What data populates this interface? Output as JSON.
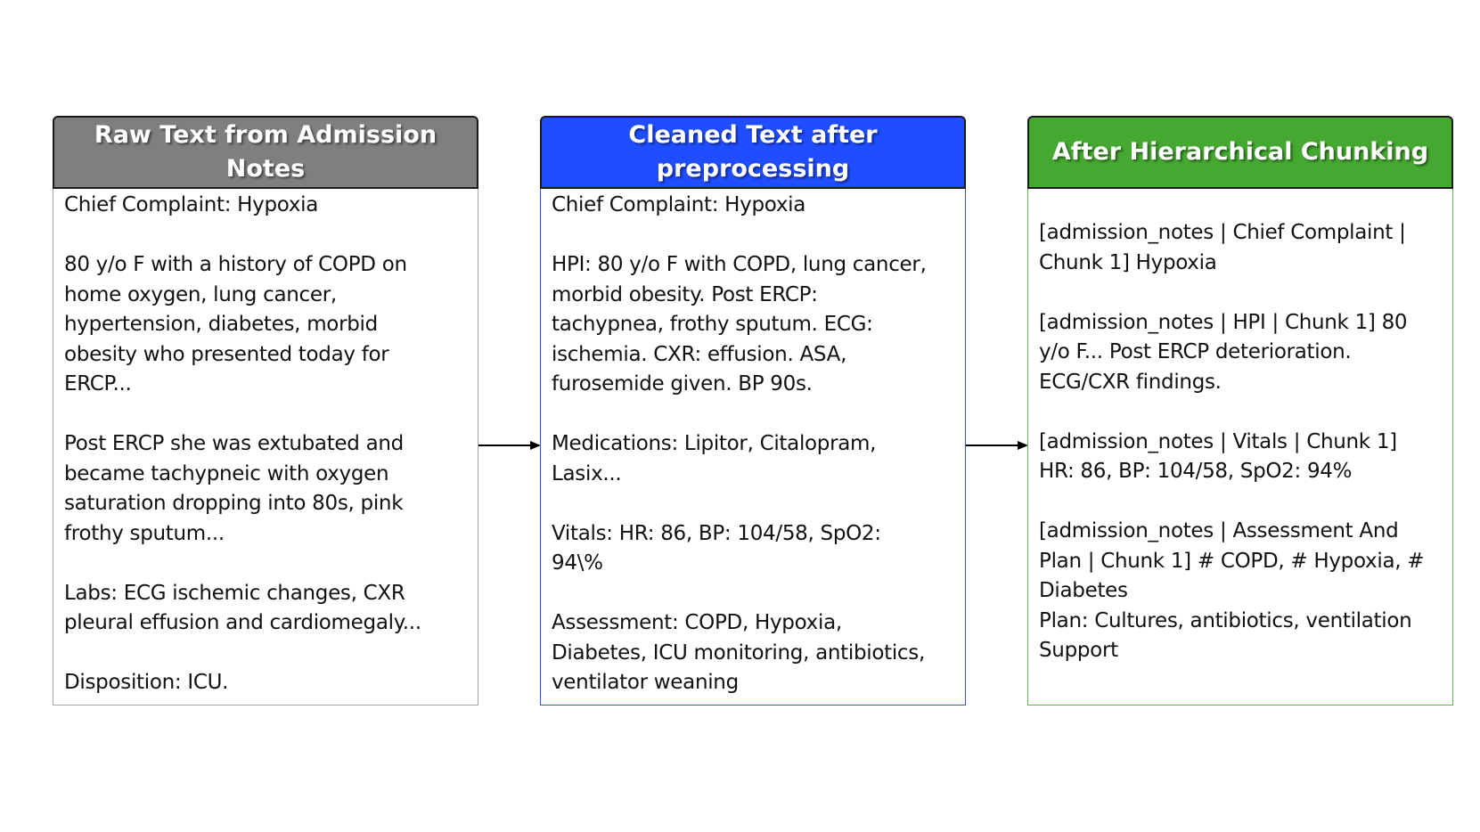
{
  "colors": {
    "raw_header": "#7f7f7f",
    "raw_border": "#a6a6a6",
    "clean_header": "#1f4dff",
    "clean_border": "#2e55f0",
    "chunk_header": "#45a830",
    "chunk_border": "#5cb84a",
    "arrow": "#000000"
  },
  "panels": [
    {
      "title": "Raw Text from Admission Notes",
      "paragraphs": [
        "Chief Complaint: Hypoxia",
        "80 y/o F with a history of COPD on\nhome oxygen, lung cancer,\nhypertension, diabetes, morbid\nobesity who presented today for\nERCP...",
        "Post ERCP she was extubated and\nbecame tachypneic with oxygen\nsaturation dropping into 80s, pink\nfrothy sputum...",
        "Labs: ECG ischemic changes, CXR\npleural effusion and cardiomegaly...",
        "Disposition: ICU."
      ]
    },
    {
      "title": "Cleaned Text after\npreprocessing",
      "paragraphs": [
        "Chief Complaint: Hypoxia",
        "HPI: 80 y/o F with COPD, lung cancer,\nmorbid obesity. Post ERCP:\ntachypnea, frothy sputum. ECG:\nischemia. CXR: effusion. ASA,\nfurosemide given. BP 90s.",
        "Medications: Lipitor, Citalopram,\nLasix...",
        "Vitals: HR: 86, BP: 104/58, SpO2:\n94\\%",
        "Assessment: COPD, Hypoxia,\nDiabetes, ICU monitoring, antibiotics,\nventilator weaning"
      ]
    },
    {
      "title": "After Hierarchical Chunking",
      "paragraphs": [
        "[admission_notes | Chief Complaint |\nChunk 1] Hypoxia",
        "[admission_notes | HPI | Chunk 1] 80\ny/o F... Post ERCP deterioration.\nECG/CXR findings.",
        "[admission_notes | Vitals | Chunk 1]\nHR: 86, BP: 104/58, SpO2: 94%",
        "[admission_notes | Assessment And\nPlan | Chunk 1] # COPD, # Hypoxia, #\nDiabetes\nPlan: Cultures, antibiotics, ventilation\nSupport"
      ]
    }
  ]
}
